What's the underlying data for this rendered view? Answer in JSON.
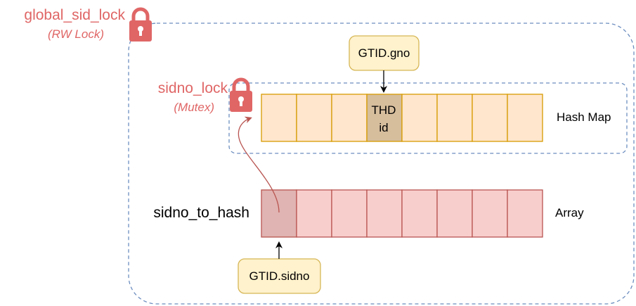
{
  "outer_lock": {
    "name": "global_sid_lock",
    "type": "(RW Lock)"
  },
  "inner_lock": {
    "name": "sidno_lock",
    "type": "(Mutex)"
  },
  "hash_map": {
    "label": "Hash Map",
    "cell_count": 8,
    "highlighted_index": 3,
    "highlighted_text": [
      "THD",
      "id"
    ]
  },
  "array": {
    "label": "Array",
    "name": "sidno_to_hash",
    "cell_count": 8,
    "highlighted_index": 0
  },
  "keys": {
    "gno": "GTID.gno",
    "sidno": "GTID.sidno"
  },
  "colors": {
    "lock": "#e06666",
    "dashed_border": "#6c8ebf",
    "hash_cell_fill": "#ffe6cc",
    "hash_cell_stroke": "#d79b00",
    "hash_highlight_fill": "#d6bd9c",
    "array_cell_fill": "#f8cecc",
    "array_cell_stroke": "#b85450",
    "array_highlight_fill": "#e0b4b2",
    "key_fill": "#fff2cc",
    "key_stroke": "#d6b656",
    "curve_arrow": "#b85450"
  }
}
